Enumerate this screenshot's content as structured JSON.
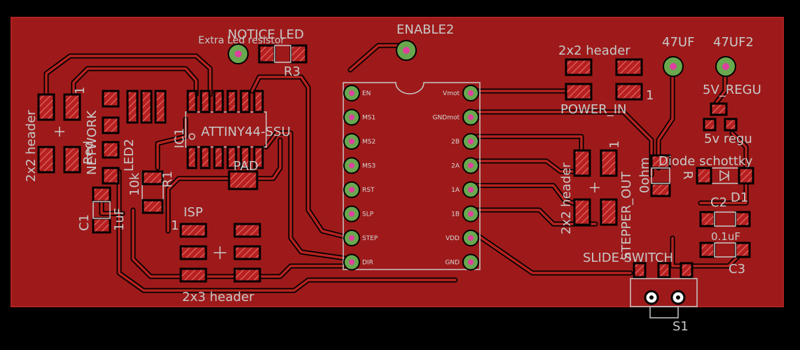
{
  "board": {
    "colors": {
      "copper": "#9e1a1a",
      "background": "#000000",
      "silkscreen": "#c8c8c8",
      "via_ring": "#8bc34a",
      "via_center": "#e040a0"
    }
  },
  "labels": {
    "notice_led": "NOTICE LED",
    "extra_led_resistor": "Extra Led resistor",
    "r3": "R3",
    "enable2": "ENABLE2",
    "header_2x2_top": "2x2 header",
    "c_47uf": "47UF",
    "c_47uf2": "47UF2",
    "regu_5v": "5V_REGU",
    "regu_5v_lower": "5v regu",
    "power_in": "POWER_IN",
    "power_in_pin": "1",
    "attiny": "ATTINY44-SSU",
    "ic1": "IC1",
    "header_2x2_left": "2x2 header",
    "network": "NETWORK",
    "network_pin": "1",
    "led2": "LED2",
    "red": "Red",
    "r1": "R1",
    "r1_value": "10k",
    "pad": "PAD",
    "c1": "C1",
    "c1_value": "1uF",
    "isp": "ISP",
    "isp_pin": "1",
    "header_2x3": "2x3 header",
    "header_2x2_right": "2x2 header",
    "stepper_out": "STEPPER_OUT",
    "stepper_pin": "1",
    "ohm0": "0ohm",
    "r_label": "R",
    "diode": "Diode schottky",
    "d1": "D1",
    "c2": "C2",
    "c2_value": "0.1uF",
    "c3": "C3",
    "slide_switch": "SLIDE-SWITCH",
    "s1": "S1"
  },
  "driver": {
    "left_pins": [
      "EN",
      "MS1",
      "MS2",
      "MS3",
      "RST",
      "SLP",
      "STEP",
      "DIR"
    ],
    "right_pins": [
      "Vmot",
      "GNDmot",
      "2B",
      "2A",
      "1A",
      "1B",
      "VDD",
      "GND"
    ]
  }
}
